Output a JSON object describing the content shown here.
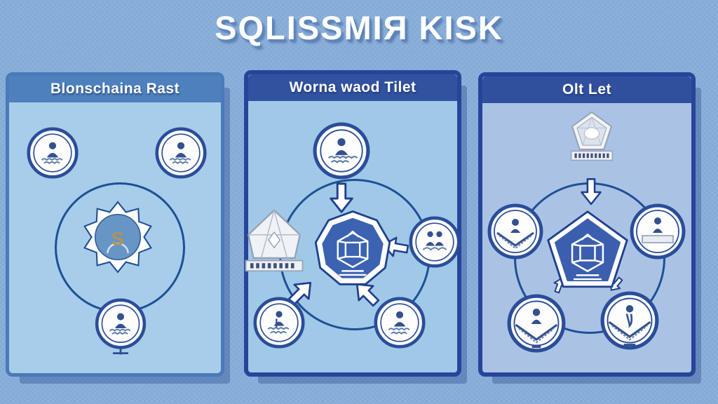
{
  "title": "SQLISSMIЯ KISK",
  "panels": [
    {
      "header": "Blonschaina Rast",
      "center_badge": "starburst-seal",
      "center_glyph": "S",
      "nodes": [
        "person-medallion",
        "person-medallion",
        "person-medallion-with-stand"
      ]
    },
    {
      "header": "Worna waod Tilet",
      "center_badge": "cube-nonagon-badge",
      "nodes": [
        "person-medallion",
        "gem-pavilion",
        "person-medallion",
        "person-medallion",
        "person-medallion"
      ]
    },
    {
      "header": "Olt Let",
      "center_badge": "cube-pentagon-badge",
      "nodes": [
        "pentagon-gem-badge",
        "wing-medallion",
        "wing-medallion",
        "wing-medallion",
        "wing-medallion"
      ]
    }
  ],
  "colors": {
    "background": "#87aed9",
    "title_text": "#ffffff",
    "title_shadow": "#5d84bc",
    "panel1_border": "#4a7ab8",
    "panel1_header": "#4d80bd",
    "panel1_body": "#a7cdea",
    "panel23_border": "#26459a",
    "panel2_header": "#31529f",
    "panel2_body": "#9fc9e7",
    "panel3_header": "#30509e",
    "panel3_body": "#aac3e5",
    "ring_stroke": "#1f4f96",
    "badge_fill": "#3c63b2",
    "seal_inner": "#6795c5",
    "gold_glyph": "#b39355",
    "icon_ink": "#33518f",
    "icon_paper": "#fdfdfd"
  }
}
